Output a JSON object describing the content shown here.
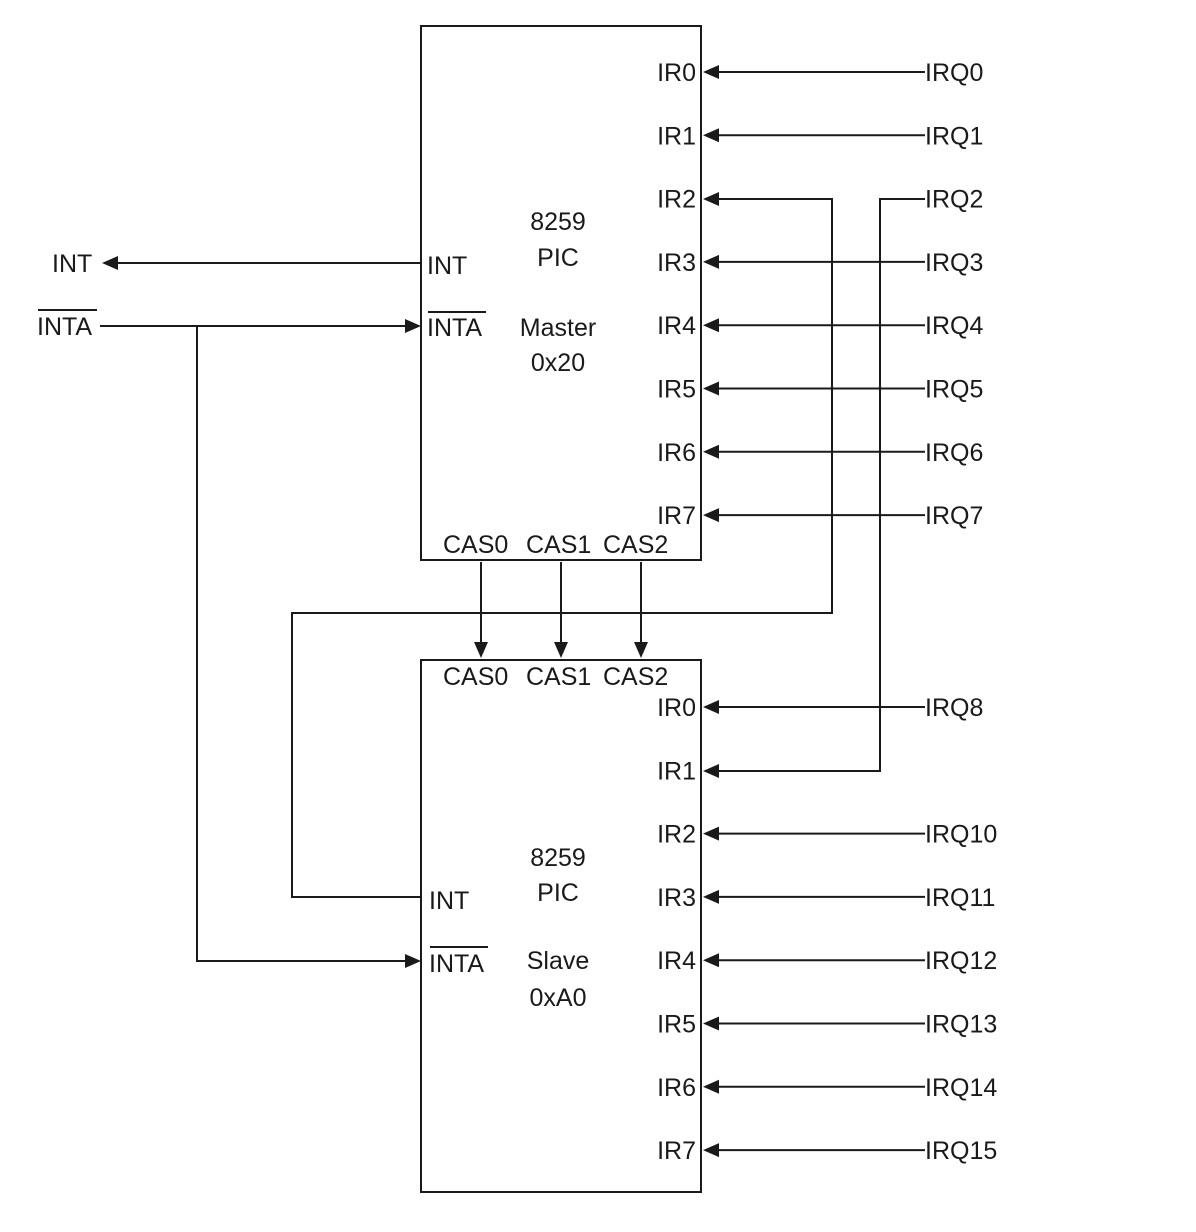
{
  "master": {
    "title": "8259",
    "subtitle": "PIC",
    "role": "Master",
    "address": "0x20",
    "int_pin": "INT",
    "inta_pin": "INTA",
    "cas_pins": [
      "CAS0",
      "CAS1",
      "CAS2"
    ],
    "ir_pins": [
      "IR0",
      "IR1",
      "IR2",
      "IR3",
      "IR4",
      "IR5",
      "IR6",
      "IR7"
    ]
  },
  "slave": {
    "title": "8259",
    "subtitle": "PIC",
    "role": "Slave",
    "address": "0xA0",
    "int_pin": "INT",
    "inta_pin": "INTA",
    "cas_pins": [
      "CAS0",
      "CAS1",
      "CAS2"
    ],
    "ir_pins": [
      "IR0",
      "IR1",
      "IR2",
      "IR3",
      "IR4",
      "IR5",
      "IR6",
      "IR7"
    ]
  },
  "external": {
    "int": "INT",
    "inta": "INTA"
  },
  "master_irq_inputs": [
    "IRQ0",
    "IRQ1",
    "IRQ2",
    "IRQ3",
    "IRQ4",
    "IRQ5",
    "IRQ6",
    "IRQ7"
  ],
  "slave_irq_inputs": [
    "IRQ8",
    "IRQ10",
    "IRQ11",
    "IRQ12",
    "IRQ13",
    "IRQ14",
    "IRQ15"
  ]
}
